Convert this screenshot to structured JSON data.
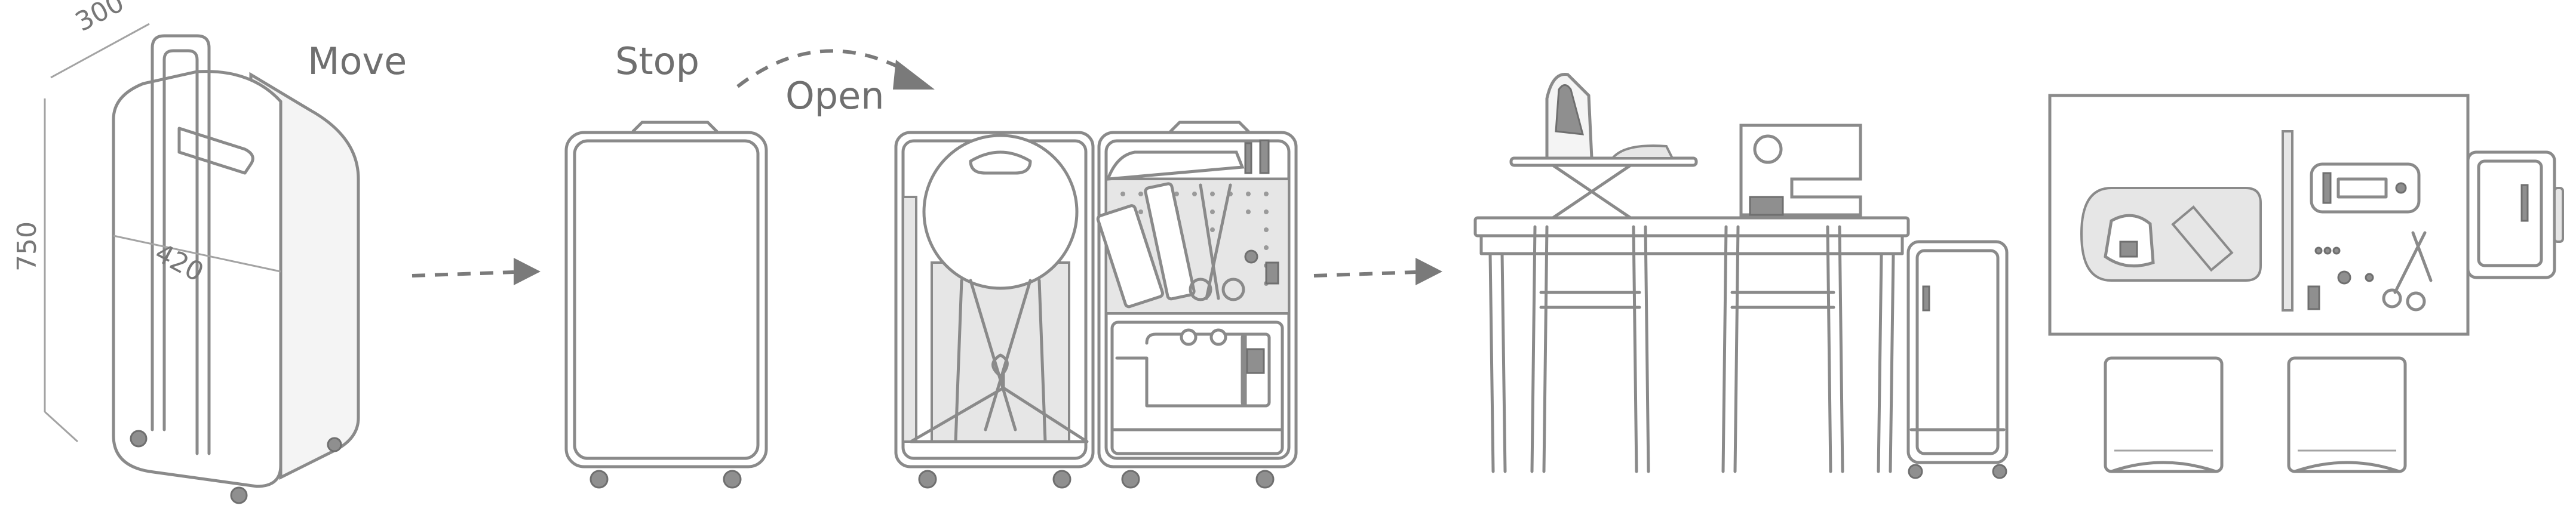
{
  "steps": {
    "move": "Move",
    "stop": "Stop",
    "open": "Open"
  },
  "dimensions": {
    "depth": "300",
    "height": "750",
    "width": "420"
  },
  "colors": {
    "line": "#8a8a8a",
    "text": "#6f6f6f",
    "background": "#ffffff"
  }
}
